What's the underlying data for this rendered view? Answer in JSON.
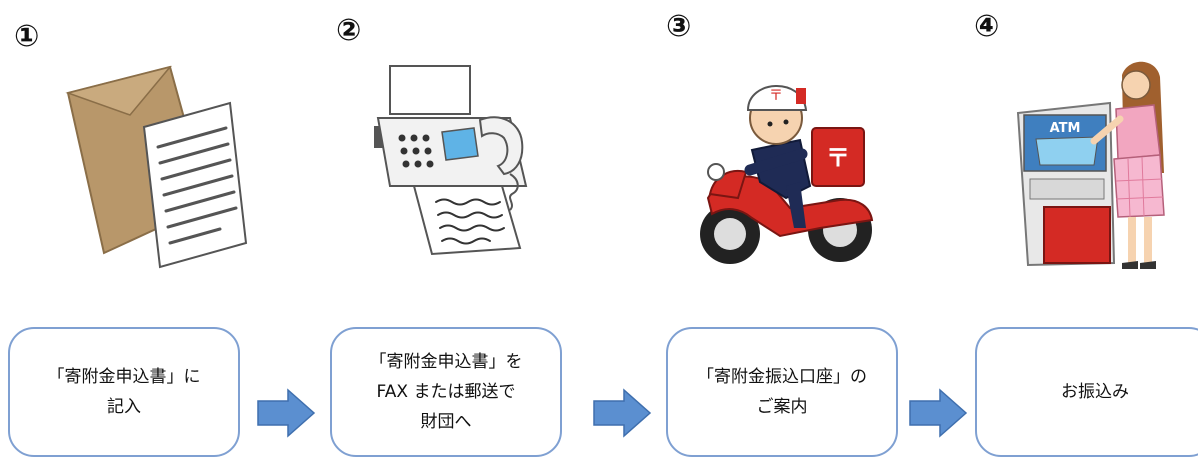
{
  "steps": [
    {
      "number": "①",
      "lines": [
        "「寄附金申込書」に",
        "記入"
      ],
      "icon": "envelope-document-icon"
    },
    {
      "number": "②",
      "lines": [
        "「寄附金申込書」を",
        "FAX または郵送で",
        "財団へ"
      ],
      "icon": "fax-machine-icon"
    },
    {
      "number": "③",
      "lines": [
        "「寄附金振込口座」の",
        "ご案内"
      ],
      "icon": "postal-delivery-scooter-icon"
    },
    {
      "number": "④",
      "lines": [
        "お振込み"
      ],
      "icon": "atm-transfer-icon"
    }
  ],
  "atm_label": "ATM",
  "colors": {
    "box_border": "#7fa0d2",
    "arrow": "#5b8fd0",
    "arrow_border": "#3f6fae",
    "postal_red": "#d42a24"
  }
}
